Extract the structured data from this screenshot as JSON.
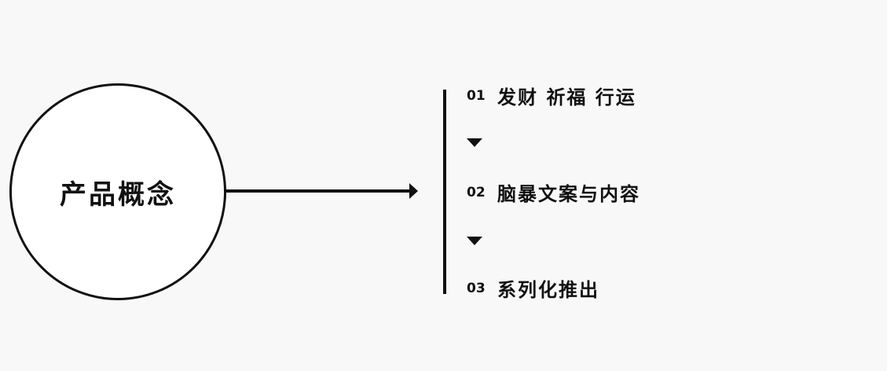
{
  "center": {
    "label": "产品概念"
  },
  "steps": [
    {
      "number": "01",
      "label": "发财 祈福 行运"
    },
    {
      "number": "02",
      "label": "脑暴文案与内容"
    },
    {
      "number": "03",
      "label": "系列化推出"
    }
  ]
}
